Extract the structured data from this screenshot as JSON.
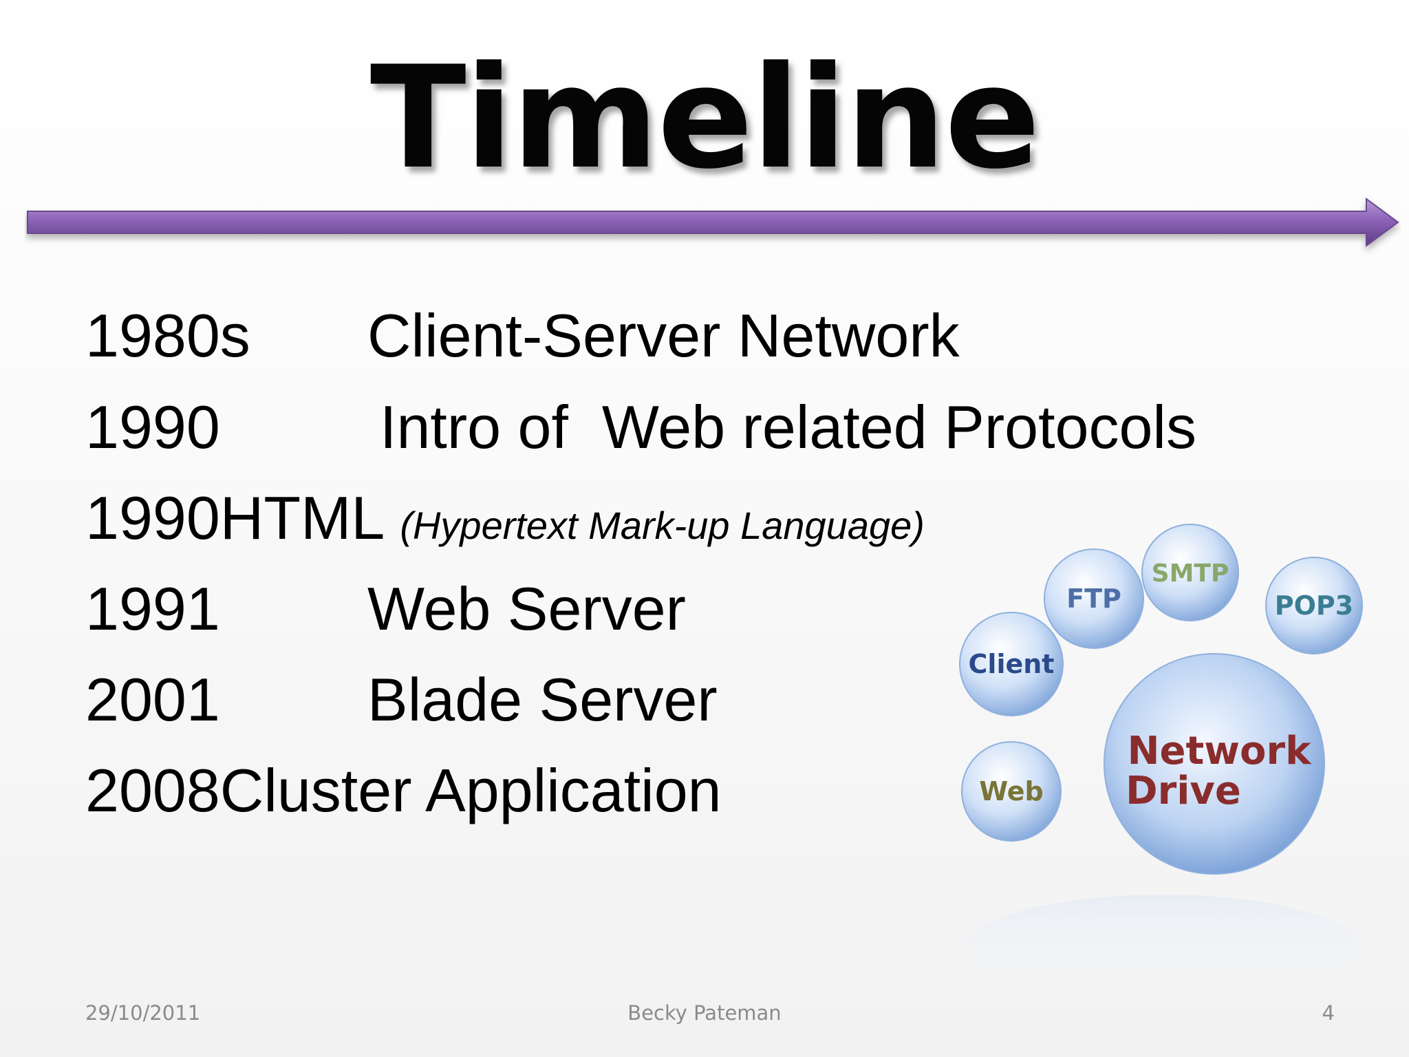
{
  "slide": {
    "title": "Timeline",
    "accent_color": "#8c63b8",
    "timeline": [
      {
        "year": "1980s",
        "event": "Client-Server Network"
      },
      {
        "year": "1990",
        "event": "Intro of  Web related Protocols"
      },
      {
        "year": "1990",
        "event": "HTML",
        "note": "(Hypertext Mark-up Language)"
      },
      {
        "year": "1991",
        "event": "Web Server"
      },
      {
        "year": "2001",
        "event": "Blade Server"
      },
      {
        "year": "2008",
        "event": "Cluster Application"
      }
    ],
    "graphic": {
      "bubbles": [
        "Client",
        "FTP",
        "SMTP",
        "POP3",
        "Web"
      ],
      "center": [
        "Network",
        "Drive"
      ]
    },
    "footer": {
      "date": "29/10/2011",
      "author": "Becky Pateman",
      "page": "4"
    }
  }
}
